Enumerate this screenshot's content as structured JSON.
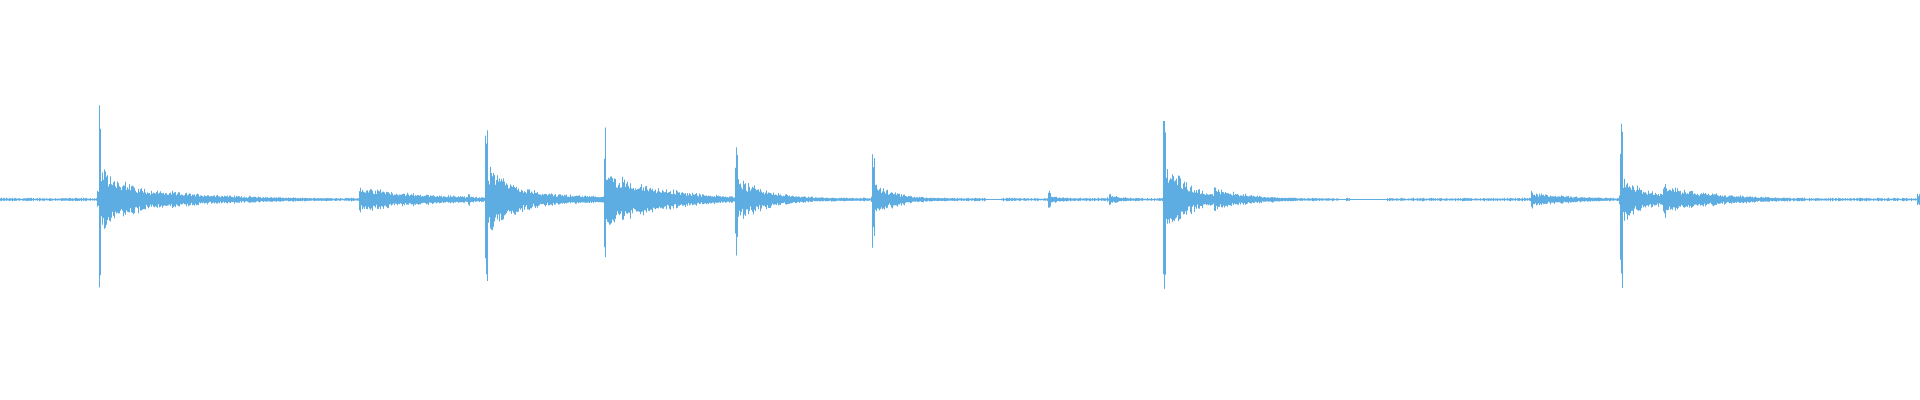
{
  "waveform": {
    "color": "#5DADE2",
    "background": "#FFFFFF",
    "duration_fraction_events": [
      {
        "t": 0.0513,
        "peak": 0.66,
        "decay": 0.022,
        "noise": 0.12
      },
      {
        "t": 0.1865,
        "peak": 0.1,
        "decay": 0.018,
        "noise": 0.09
      },
      {
        "t": 0.2434,
        "peak": 0.05,
        "decay": 0.004,
        "noise": 0.03
      },
      {
        "t": 0.2525,
        "peak": 0.72,
        "decay": 0.018,
        "noise": 0.1
      },
      {
        "t": 0.3141,
        "peak": 0.62,
        "decay": 0.03,
        "noise": 0.07
      },
      {
        "t": 0.3828,
        "peak": 0.48,
        "decay": 0.018,
        "noise": 0.05
      },
      {
        "t": 0.4541,
        "peak": 0.35,
        "decay": 0.014,
        "noise": 0.04
      },
      {
        "t": 0.5458,
        "peak": 0.06,
        "decay": 0.006,
        "noise": 0.03
      },
      {
        "t": 0.5771,
        "peak": 0.05,
        "decay": 0.006,
        "noise": 0.03
      },
      {
        "t": 0.6056,
        "peak": 0.78,
        "decay": 0.014,
        "noise": 0.1
      },
      {
        "t": 0.632,
        "peak": 0.1,
        "decay": 0.01,
        "noise": 0.08
      },
      {
        "t": 0.7972,
        "peak": 0.06,
        "decay": 0.012,
        "noise": 0.05
      },
      {
        "t": 0.8436,
        "peak": 0.58,
        "decay": 0.012,
        "noise": 0.11
      },
      {
        "t": 0.866,
        "peak": 0.12,
        "decay": 0.014,
        "noise": 0.1
      },
      {
        "t": 0.9983,
        "peak": 0.05,
        "decay": 0.003,
        "noise": 0.02
      }
    ],
    "gaps": [
      [
        0.5135,
        0.521
      ],
      [
        0.697,
        0.701
      ],
      [
        0.703,
        0.722
      ]
    ],
    "baseline_noise": 0.008
  }
}
